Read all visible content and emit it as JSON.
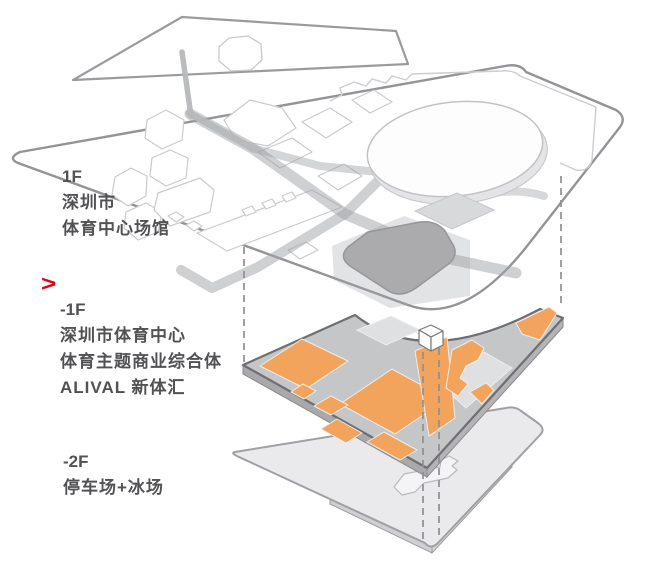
{
  "diagram": {
    "type": "exploded-axonometric-levels",
    "levels": [
      {
        "floor": "1F",
        "lines": [
          "深圳市",
          "体育中心场馆"
        ]
      },
      {
        "floor": "-1F",
        "marker": ">",
        "lines": [
          "深圳市体育中心",
          "体育主题商业综合体",
          "ALIVAL 新体汇"
        ]
      },
      {
        "floor": "-2F",
        "lines": [
          "停车场+冰场"
        ]
      }
    ],
    "colors": {
      "accent_red": "#e50013",
      "commercial_orange": "#f3a45c",
      "b1_plate_gray": "#c5c6c8",
      "b2_plate_gray": "#eaeaec",
      "outline_dark": "#6f6f73",
      "road_gray": "#9ea2a5",
      "text_gray": "#525255"
    }
  }
}
